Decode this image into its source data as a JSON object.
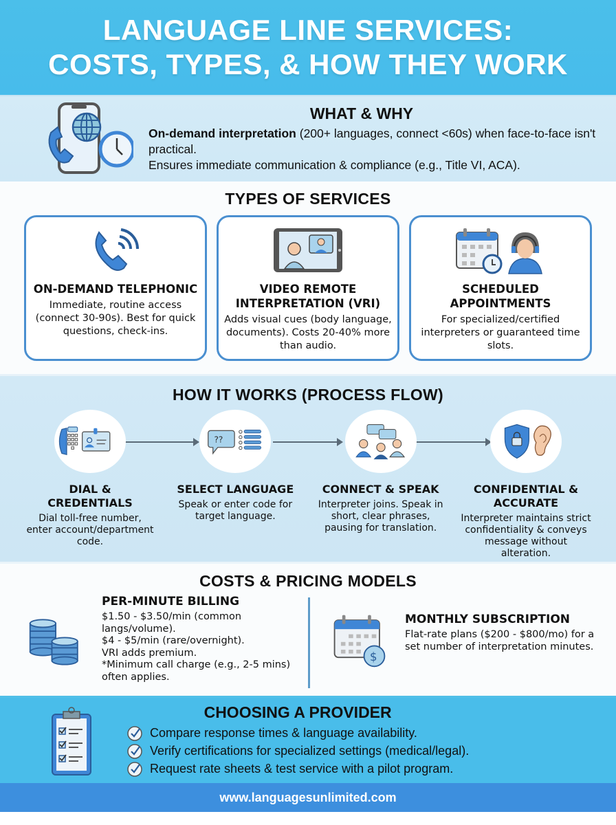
{
  "header": {
    "title_line1": "LANGUAGE LINE SERVICES:",
    "title_line2": "COSTS, TYPES, & HOW THEY WORK"
  },
  "what_why": {
    "title": "WHAT & WHY",
    "bold_lead": "On-demand interpretation",
    "line1_rest": " (200+ languages, connect <60s) when face-to-face isn't practical.",
    "line2": "Ensures immediate communication & compliance (e.g., Title VI, ACA).",
    "icon": "phone-globe-clock-icon"
  },
  "types": {
    "title": "TYPES OF SERVICES",
    "cards": [
      {
        "title": "ON-DEMAND TELEPHONIC",
        "desc": "Immediate, routine access (connect 30-90s). Best for quick questions, check-ins.",
        "icon": "phone-ringing-icon"
      },
      {
        "title": "VIDEO REMOTE INTERPRETATION (VRI)",
        "desc": "Adds visual cues (body language, documents). Costs 20-40% more than audio.",
        "icon": "tablet-video-call-icon"
      },
      {
        "title": "SCHEDULED APPOINTMENTS",
        "desc": "For specialized/certified interpreters or guaranteed time slots.",
        "icon": "calendar-interpreter-icon"
      }
    ]
  },
  "how": {
    "title": "HOW IT WORKS (PROCESS FLOW)",
    "steps": [
      {
        "title": "DIAL & CREDENTIALS",
        "desc": "Dial toll-free number, enter account/department code.",
        "icon": "dialpad-id-card-icon"
      },
      {
        "title": "SELECT LANGUAGE",
        "desc": "Speak or enter code for target language.",
        "icon": "speech-list-icon"
      },
      {
        "title": "CONNECT & SPEAK",
        "desc": "Interpreter joins. Speak in short, clear phrases, pausing for translation.",
        "icon": "group-chat-icon"
      },
      {
        "title": "CONFIDENTIAL & ACCURATE",
        "desc": "Interpreter maintains strict confidentiality & conveys message without alteration.",
        "icon": "shield-ear-icon"
      }
    ]
  },
  "costs": {
    "title": "COSTS & PRICING MODELS",
    "per_minute": {
      "title": "PER-MINUTE BILLING",
      "lines": [
        "$1.50 - $3.50/min (common langs/volume).",
        "$4 - $5/min (rare/overnight).",
        "VRI adds premium.",
        "*Minimum call charge (e.g., 2-5 mins) often applies."
      ],
      "icon": "coin-stack-icon"
    },
    "subscription": {
      "title": "MONTHLY SUBSCRIPTION",
      "desc": "Flat-rate plans ($200 - $800/mo) for a set number of interpretation minutes.",
      "icon": "calendar-dollar-icon"
    }
  },
  "choose": {
    "title": "CHOOSING A PROVIDER",
    "items": [
      "Compare response times & language availability.",
      "Verify certifications for specialized settings (medical/legal).",
      "Request rate sheets & test service with a pilot program."
    ],
    "icon": "clipboard-checklist-icon"
  },
  "footer": {
    "url": "www.languagesunlimited.com"
  },
  "colors": {
    "header_bg": "#47bceb",
    "accent_blue": "#4a8fd0",
    "footer_bg": "#3d8fde",
    "section_light": "#d2e9f6"
  }
}
